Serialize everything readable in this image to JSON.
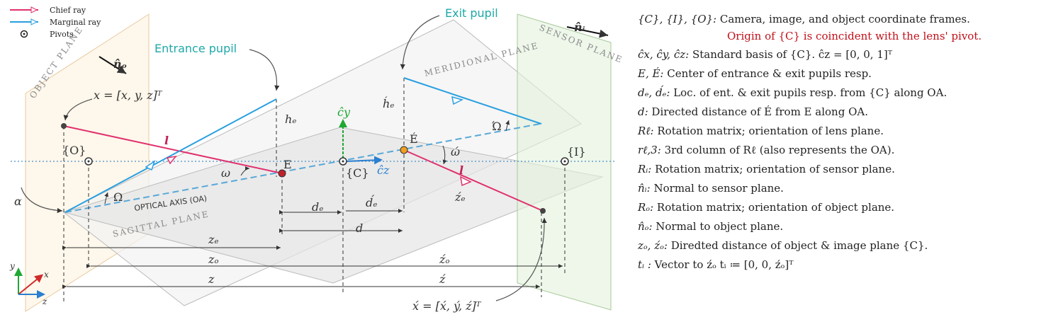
{
  "legend": {
    "items": [
      {
        "label": "Chief ray",
        "color": "#e0306e"
      },
      {
        "label": "Marginal ray",
        "color": "#2a9fe0"
      },
      {
        "label": "Pivots",
        "color": "#222222"
      }
    ]
  },
  "planes": {
    "object": "OBJECT PLANE",
    "meridional": "MERIDIONAL PLANE",
    "sagittal": "SAGITTAL PLANE",
    "sensor": "SENSOR PLANE"
  },
  "callouts": {
    "entrance_pupil": "Entrance pupil",
    "exit_pupil": "Exit pupil",
    "optical_axis": "OPTICAL AXIS (OA)"
  },
  "symbols": {
    "n_i": "n̂ᵢ",
    "n_o": "n̂ₒ",
    "x_vec": "x = [x, y, z]ᵀ",
    "x_img_vec": "x́ = [x́, ý, ź]ᵀ",
    "l": "l",
    "l_img": "l",
    "O": "{O}",
    "C": "{C}",
    "I": "{I}",
    "E": "E",
    "E_exit": "É",
    "cy": "ĉy",
    "cz": "ĉz",
    "h_e": "hₑ",
    "h_e_exit": "h́ₑ",
    "omega": "ω",
    "omega_exit": "ώ",
    "Omega": "Ω",
    "Omega_exit": "Ώ",
    "alpha": "α",
    "d_e": "dₑ",
    "d_e_exit": "d́ₑ",
    "z_e_exit": "źₑ",
    "d": "d",
    "z_e": "zₑ",
    "z_o": "zₒ",
    "z_o_exit": "źₒ",
    "z": "z",
    "z_exit": "ź",
    "axis_x": "x",
    "axis_y": "y",
    "axis_z": "z"
  },
  "definitions": [
    {
      "sym": "{C}, {I}, {O}:",
      "text": " Camera, image, and object coordinate frames."
    },
    {
      "sym": "",
      "text": "Origin of {C} is coincident with the lens' pivot.",
      "red": true
    },
    {
      "sym": "ĉx, ĉy, ĉz:",
      "text": " Standard basis of {C}. ĉz = [0, 0, 1]ᵀ"
    },
    {
      "sym": "E, É:",
      "text": " Center of entrance & exit pupils resp."
    },
    {
      "sym": "dₑ, d́ₑ:",
      "text": " Loc. of ent. & exit pupils resp. from {C} along OA."
    },
    {
      "sym": "d:",
      "text": " Directed distance of É from E along OA."
    },
    {
      "sym": "Rℓ:",
      "text": " Rotation matrix; orientation of lens plane."
    },
    {
      "sym": "rℓ,3:",
      "text": " 3rd column of Rℓ (also represents the OA)."
    },
    {
      "sym": "Rᵢ:",
      "text": " Rotation matrix; orientation of sensor plane."
    },
    {
      "sym": "n̂ᵢ:",
      "text": " Normal to sensor plane."
    },
    {
      "sym": "Rₒ:",
      "text": " Rotation matrix; orientation of object plane."
    },
    {
      "sym": "n̂ₒ:",
      "text": " Normal to object plane."
    },
    {
      "sym": "zₒ, źₒ:",
      "text": " Diredted distance of object & image plane {C}."
    },
    {
      "sym": "tᵢ :",
      "text": " Vector to źₒ tᵢ ≔ [0, 0, źₒ]ᵀ"
    }
  ]
}
